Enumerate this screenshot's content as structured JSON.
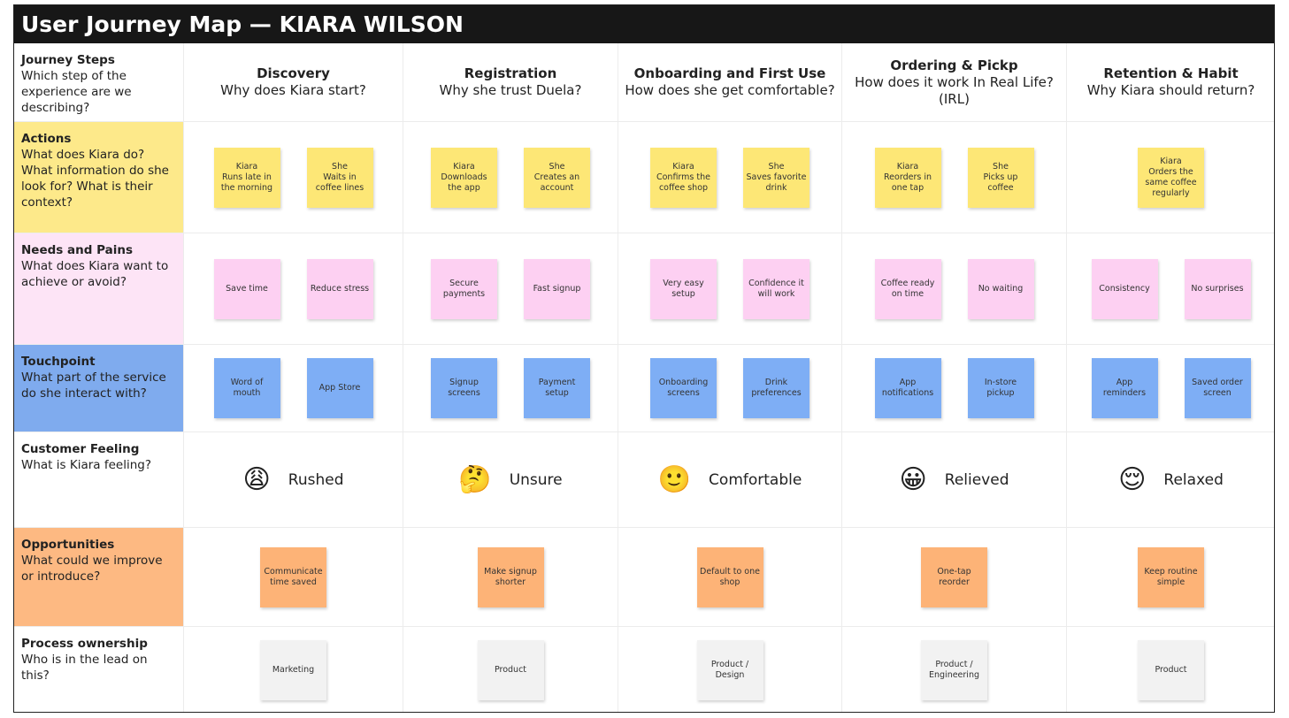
{
  "title": "User Journey Map — KIARA WILSON",
  "rows": [
    {
      "label": "Journey Steps",
      "desc": "Which step of the experience are we describing?"
    },
    {
      "label": "Actions",
      "desc": "What does Kiara do? What information do she look for? What is their context?",
      "color": "#fde98a"
    },
    {
      "label": "Needs and Pains",
      "desc": "What does Kiara want to achieve or avoid?",
      "color": "#fde4f6"
    },
    {
      "label": "Touchpoint",
      "desc": "What part of the service do she interact with?",
      "color": "#7fabee"
    },
    {
      "label": "Customer Feeling",
      "desc": "What is Kiara feeling?"
    },
    {
      "label": "Opportunities",
      "desc": "What could we improve or introduce?",
      "color": "#fdb982"
    },
    {
      "label": "Process ownership",
      "desc": "Who is in the lead on this?"
    }
  ],
  "stages": [
    {
      "name": "Discovery",
      "question": "Why does Kiara start?",
      "actions": [
        "Kiara\nRuns late in the morning",
        "She\nWaits in coffee lines"
      ],
      "needs": [
        "Save time",
        "Reduce stress"
      ],
      "touchpoints": [
        "Word of mouth",
        "App Store"
      ],
      "feeling": {
        "emoji": "😩",
        "label": "Rushed"
      },
      "opportunity": "Communicate time saved",
      "owner": "Marketing"
    },
    {
      "name": "Registration",
      "question": "Why she trust Duela?",
      "actions": [
        "Kiara\nDownloads the app",
        "She\nCreates an account"
      ],
      "needs": [
        "Secure payments",
        "Fast signup"
      ],
      "touchpoints": [
        "Signup screens",
        "Payment setup"
      ],
      "feeling": {
        "emoji": "🤔",
        "label": "Unsure"
      },
      "opportunity": "Make signup shorter",
      "owner": "Product"
    },
    {
      "name": "Onboarding and First Use",
      "question": "How does she get comfortable?",
      "actions": [
        "Kiara\nConfirms the coffee shop",
        "She\nSaves favorite drink"
      ],
      "needs": [
        "Very easy setup",
        "Confidence it will work"
      ],
      "touchpoints": [
        "Onboarding screens",
        "Drink preferences"
      ],
      "feeling": {
        "emoji": "🙂",
        "label": "Comfortable"
      },
      "opportunity": "Default to one shop",
      "owner": "Product / Design"
    },
    {
      "name": "Ordering & Pickp",
      "question": "How does it work In Real Life? (IRL)",
      "actions": [
        "Kiara\nReorders in one tap",
        "She\nPicks up coffee"
      ],
      "needs": [
        "Coffee ready on time",
        "No waiting"
      ],
      "touchpoints": [
        "App notifications",
        "In-store pickup"
      ],
      "feeling": {
        "emoji": "😀",
        "label": "Relieved"
      },
      "opportunity": "One-tap reorder",
      "owner": "Product / Engineering"
    },
    {
      "name": "Retention & Habit",
      "question": "Why Kiara should return?",
      "actions": [
        "Kiara\nOrders the same coffee regularly"
      ],
      "needs": [
        "Consistency",
        "No surprises"
      ],
      "touchpoints": [
        "App reminders",
        "Saved order screen"
      ],
      "feeling": {
        "emoji": "😌",
        "label": "Relaxed"
      },
      "opportunity": "Keep routine simple",
      "owner": "Product"
    }
  ]
}
